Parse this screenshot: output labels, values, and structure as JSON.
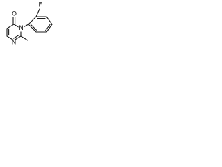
{
  "structure": {
    "atoms": {
      "fluorine": "F",
      "carbonyl_oxygen": "O",
      "ring_nitrogen_3": "N",
      "ring_nitrogen_1": "N"
    }
  },
  "colors": {
    "bond": "#1a1a1a",
    "background": "#ffffff"
  }
}
